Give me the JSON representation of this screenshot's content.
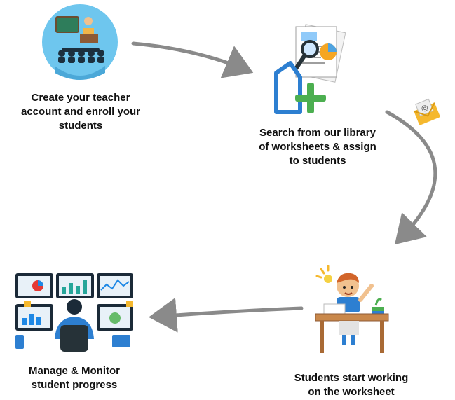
{
  "steps": [
    {
      "label": "Create your teacher\naccount and enroll your\nstudents",
      "icon": "teacher-classroom-icon"
    },
    {
      "label": "Search from our library\nof worksheets & assign\nto students",
      "icon": "worksheet-search-add-icon"
    },
    {
      "label": "Students start working\non the worksheet",
      "icon": "student-at-desk-icon"
    },
    {
      "label": "Manage & Monitor\nstudent progress",
      "icon": "monitoring-screens-icon"
    }
  ],
  "decorations": {
    "email_icon": "email-envelope-icon"
  },
  "colors": {
    "arrow": "#8a8a8a",
    "classroom_circle": "#6ec6ee",
    "accent_green": "#4caf50",
    "accent_blue": "#2d7fd1",
    "accent_yellow": "#f5b82e",
    "desk": "#c9884b",
    "monitor_dark": "#1b2a38"
  }
}
